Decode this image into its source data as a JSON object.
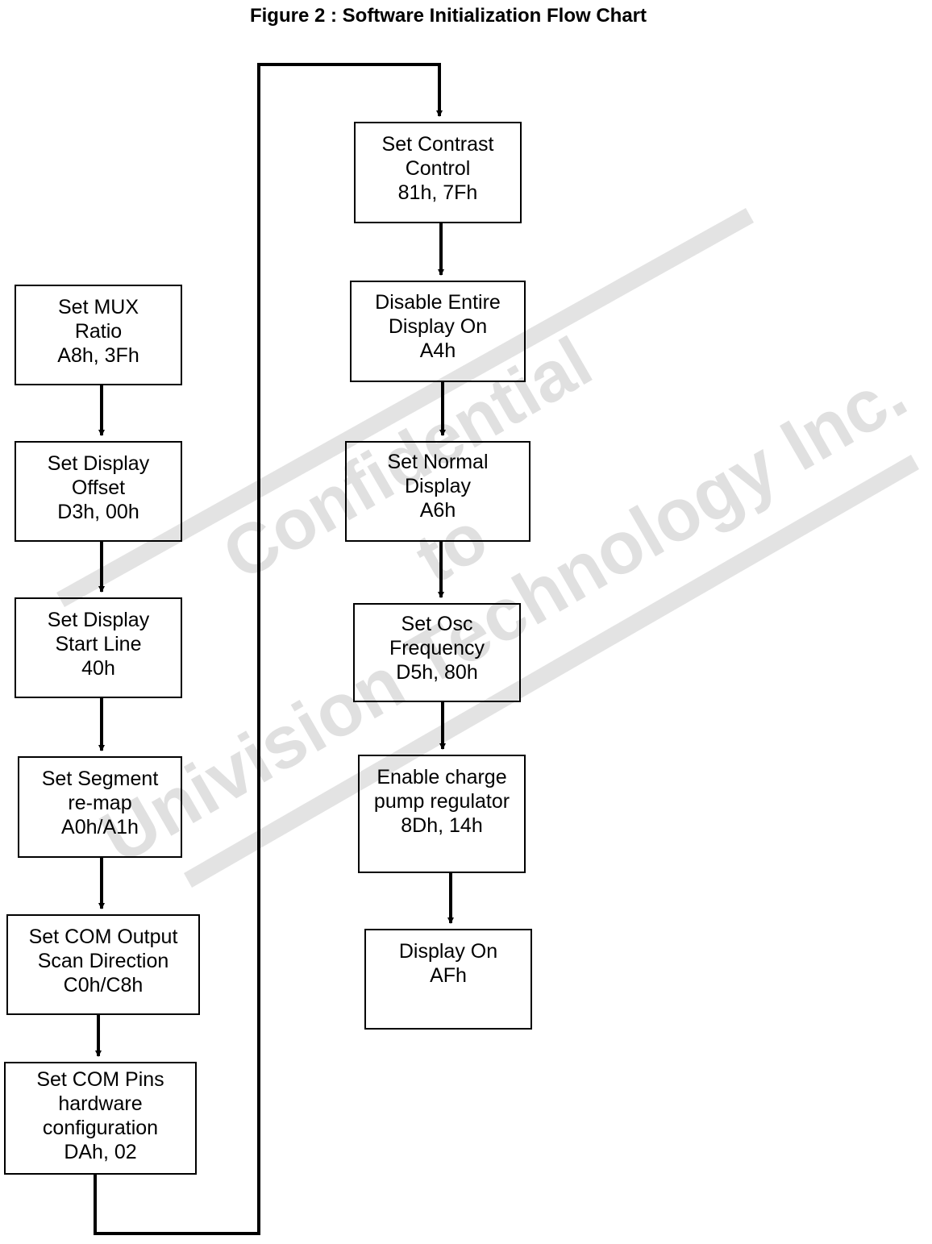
{
  "title": "Figure 2 : Software Initialization Flow Chart",
  "watermark": {
    "line1": "Confidential",
    "line2": "to",
    "line3": "Univision Technology Inc.",
    "color": "#e0e0e0"
  },
  "steps": [
    {
      "id": "mux",
      "l1": "Set MUX",
      "l2": "Ratio",
      "l3": "A8h, 3Fh"
    },
    {
      "id": "offset",
      "l1": "Set Display",
      "l2": "Offset",
      "l3": "D3h, 00h"
    },
    {
      "id": "startline",
      "l1": "Set Display",
      "l2": "Start Line",
      "l3": "40h"
    },
    {
      "id": "remap",
      "l1": "Set Segment",
      "l2": "re-map",
      "l3": "A0h/A1h"
    },
    {
      "id": "comscan",
      "l1": "Set COM Output",
      "l2": "Scan Direction",
      "l3": "C0h/C8h"
    },
    {
      "id": "compins",
      "l1": "Set COM Pins",
      "l2": "hardware",
      "l3": "configuration",
      "l4": "DAh, 02"
    },
    {
      "id": "contrast",
      "l1": "Set Contrast",
      "l2": "Control",
      "l3": "81h, 7Fh"
    },
    {
      "id": "entire",
      "l1": "Disable Entire",
      "l2": "Display On",
      "l3": "A4h"
    },
    {
      "id": "normal",
      "l1": "Set Normal",
      "l2": "Display",
      "l3": "A6h"
    },
    {
      "id": "osc",
      "l1": "Set Osc",
      "l2": "Frequency",
      "l3": "D5h, 80h"
    },
    {
      "id": "pump",
      "l1": "Enable charge",
      "l2": "pump regulator",
      "l3": "8Dh, 14h"
    },
    {
      "id": "on",
      "l1": "Display On",
      "l2": "AFh"
    }
  ]
}
